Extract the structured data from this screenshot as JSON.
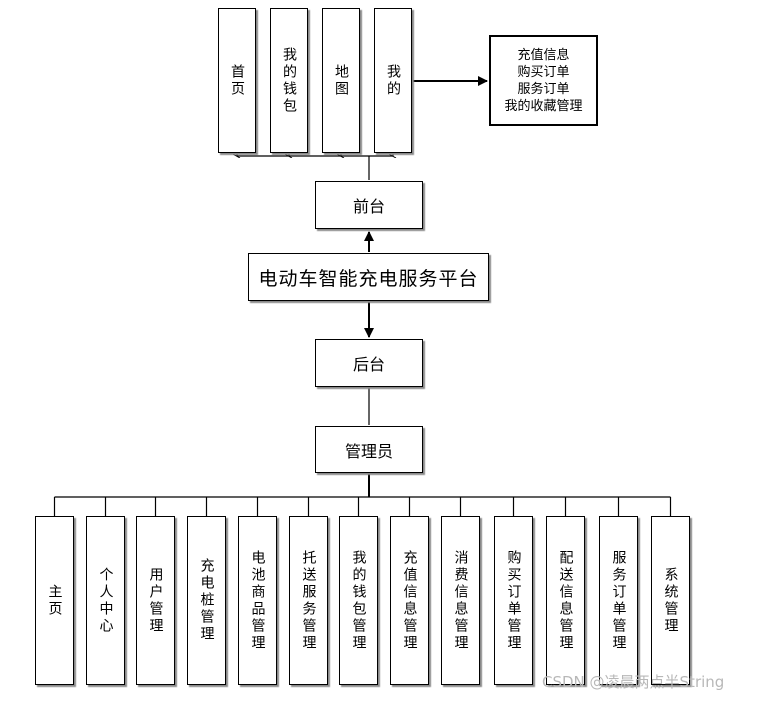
{
  "diagram": {
    "center": "电动车智能充电服务平台",
    "frontend": {
      "label": "前台",
      "modules": [
        "首页",
        "我的钱包",
        "地图",
        "我的"
      ],
      "my_details": [
        "充值信息",
        "购买订单",
        "服务订单",
        "我的收藏管理"
      ]
    },
    "backend": {
      "label": "后台",
      "role": "管理员",
      "modules": [
        "主页",
        "个人中心",
        "用户管理",
        "充电桩管理",
        "电池商品管理",
        "托送服务管理",
        "我的钱包管理",
        "充值信息管理",
        "消费信息管理",
        "购买订单管理",
        "配送信息管理",
        "服务订单管理",
        "系统管理"
      ]
    }
  },
  "watermark": "CSDN @凌晨两点半String"
}
